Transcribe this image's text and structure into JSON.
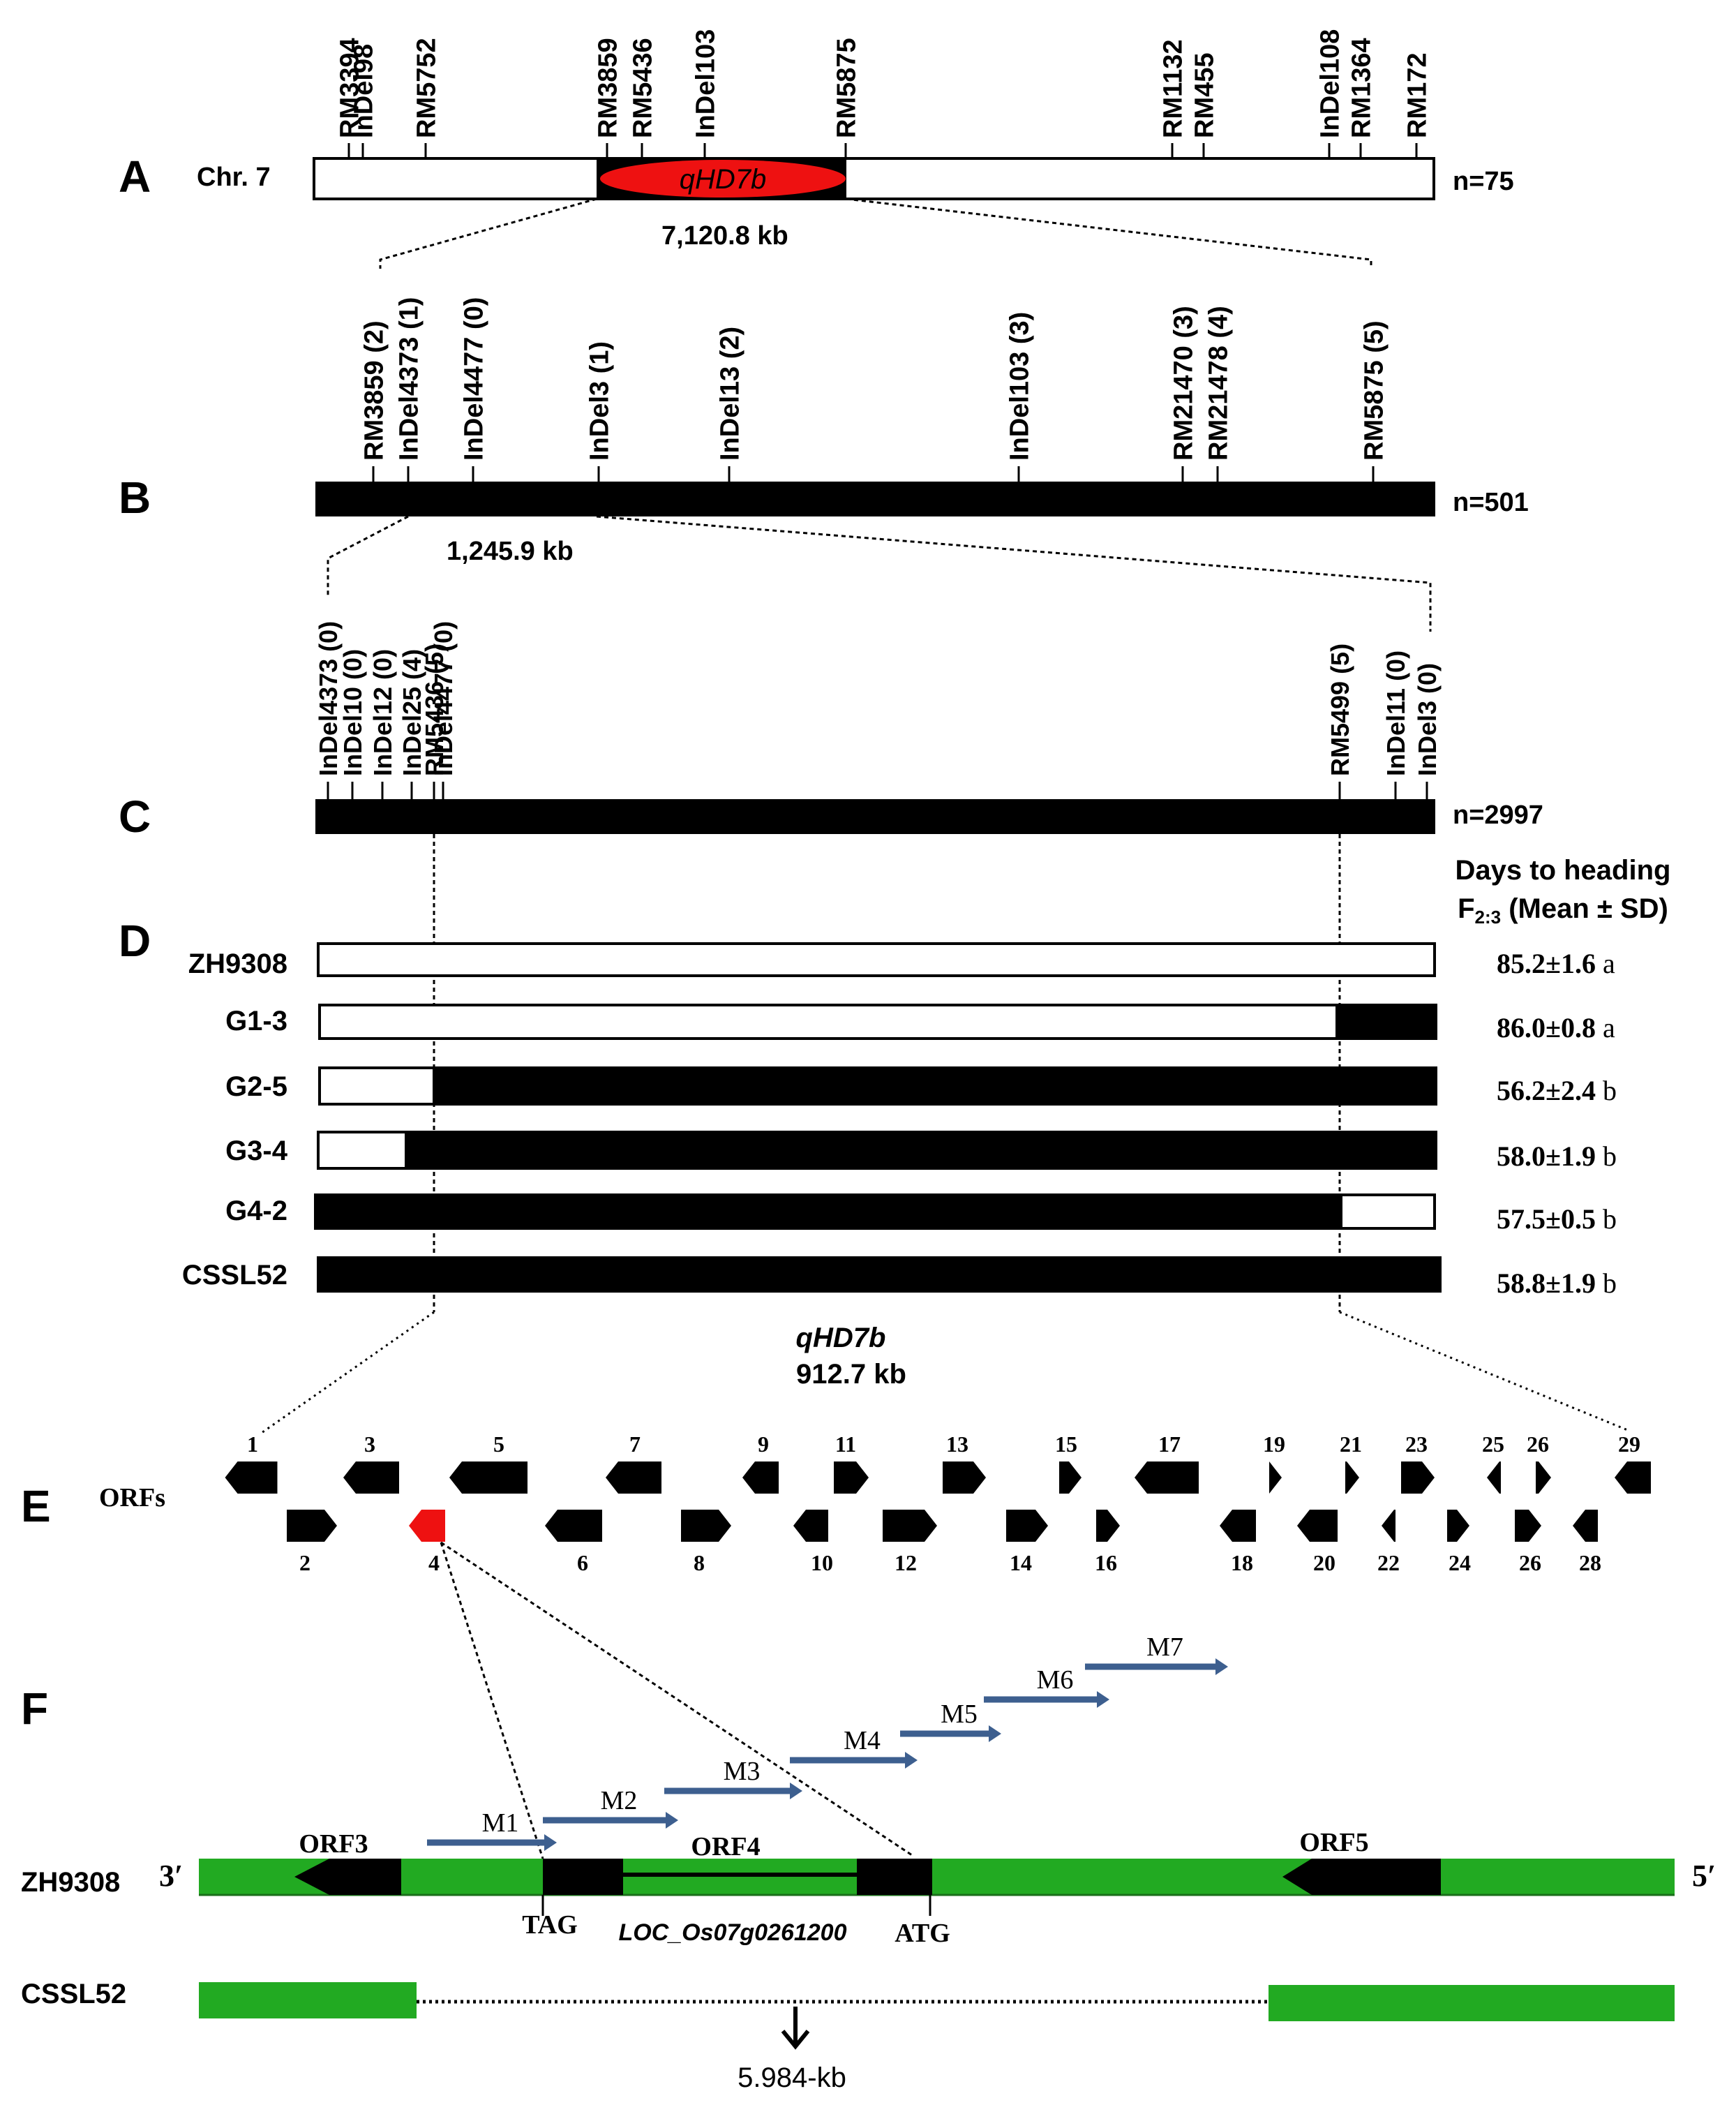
{
  "panels": {
    "A": {
      "letter": "A",
      "chr": "Chr. 7",
      "n": "n=75",
      "qtl": "qHD7b",
      "size": "7,120.8 kb",
      "markers": [
        "RM3394",
        "InDel98",
        "RM5752",
        "RM3859",
        "RM5436",
        "InDel103",
        "RM5875",
        "RM1132",
        "RM455",
        "InDel108",
        "RM1364",
        "RM172"
      ]
    },
    "B": {
      "letter": "B",
      "n": "n=501",
      "size": "1,245.9 kb",
      "markers": [
        "RM3859 (2)",
        "InDel4373 (1)",
        "InDel4477 (0)",
        "InDel3 (1)",
        "InDel13 (2)",
        "InDel103 (3)",
        "RM21470 (3)",
        "RM21478 (4)",
        "RM5875 (5)"
      ]
    },
    "C": {
      "letter": "C",
      "n": "n=2997",
      "markers": [
        "InDel4373 (0)",
        "InDel10 (0)",
        "InDel12 (0)",
        "InDel25 (4)",
        "RM5436 (5)",
        "InDel4477 (0)",
        "RM5499 (5)",
        "InDel11 (0)",
        "InDel3 (0)"
      ]
    },
    "D": {
      "letter": "D",
      "header1": "Days to heading",
      "header2_main": "F",
      "header2_sub": "2:3",
      "header2_rest": " (Mean ± SD)",
      "lines": [
        {
          "name": "ZH9308",
          "value": "85.2±1.6",
          "grp": "a"
        },
        {
          "name": "G1-3",
          "value": "86.0±0.8",
          "grp": "a"
        },
        {
          "name": "G2-5",
          "value": "56.2±2.4",
          "grp": "b"
        },
        {
          "name": "G3-4",
          "value": "58.0±1.9",
          "grp": "b"
        },
        {
          "name": "G4-2",
          "value": "57.5±0.5",
          "grp": "b"
        },
        {
          "name": "CSSL52",
          "value": "58.8±1.9",
          "grp": "b"
        }
      ],
      "qtl": "qHD7b",
      "size": "912.7 kb"
    },
    "E": {
      "letter": "E",
      "label": "ORFs",
      "top_numbers": [
        "1",
        "3",
        "5",
        "7",
        "9",
        "11",
        "13",
        "15",
        "17",
        "19",
        "21",
        "23",
        "25",
        "26",
        "29"
      ],
      "bottom_numbers": [
        "2",
        "4",
        "6",
        "8",
        "10",
        "12",
        "14",
        "16",
        "18",
        "20",
        "22",
        "24",
        "26",
        "28"
      ]
    },
    "F": {
      "letter": "F",
      "strain1": "ZH9308",
      "strain2": "CSSL52",
      "end3": "3′",
      "end5": "5′",
      "orf3": "ORF3",
      "orf4": "ORF4",
      "orf5": "ORF5",
      "tag": "TAG",
      "atg": "ATG",
      "locus": "LOC_Os07g0261200",
      "deletion": "5.984-kb",
      "markers": [
        "M1",
        "M2",
        "M3",
        "M4",
        "M5",
        "M6",
        "M7"
      ]
    }
  },
  "colors": {
    "black": "#000000",
    "red": "#ee1111",
    "green": "#22aa22",
    "arrow": "#3d5f8f"
  }
}
